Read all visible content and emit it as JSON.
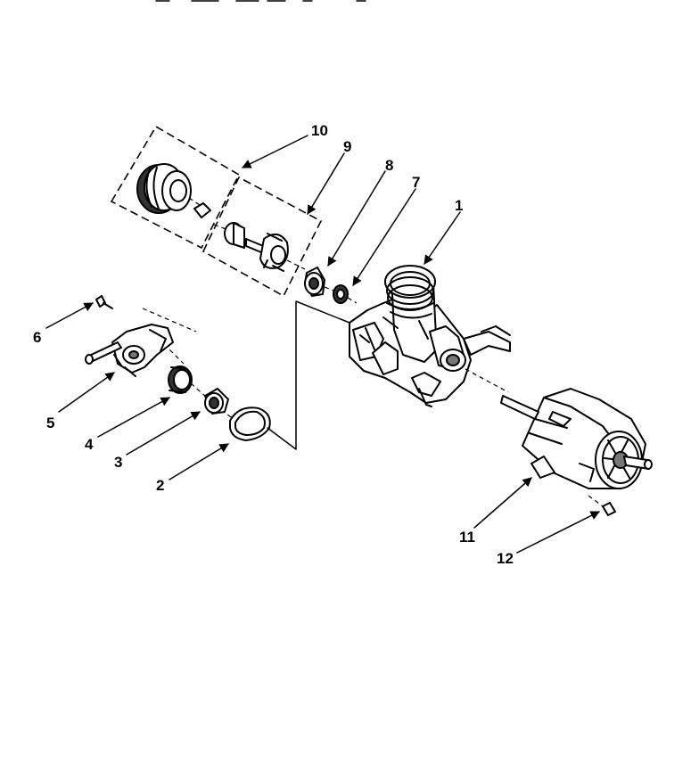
{
  "diagram": {
    "parts": [
      {
        "id": "p1",
        "label": "1"
      },
      {
        "id": "p2",
        "label": "2"
      },
      {
        "id": "p3",
        "label": "3"
      },
      {
        "id": "p4",
        "label": "4"
      },
      {
        "id": "p5",
        "label": "5"
      },
      {
        "id": "p6",
        "label": "6"
      },
      {
        "id": "p7",
        "label": "7"
      },
      {
        "id": "p8",
        "label": "8"
      },
      {
        "id": "p9",
        "label": "9"
      },
      {
        "id": "p10",
        "label": "10"
      },
      {
        "id": "p11",
        "label": "11"
      },
      {
        "id": "p12",
        "label": "12"
      }
    ]
  }
}
